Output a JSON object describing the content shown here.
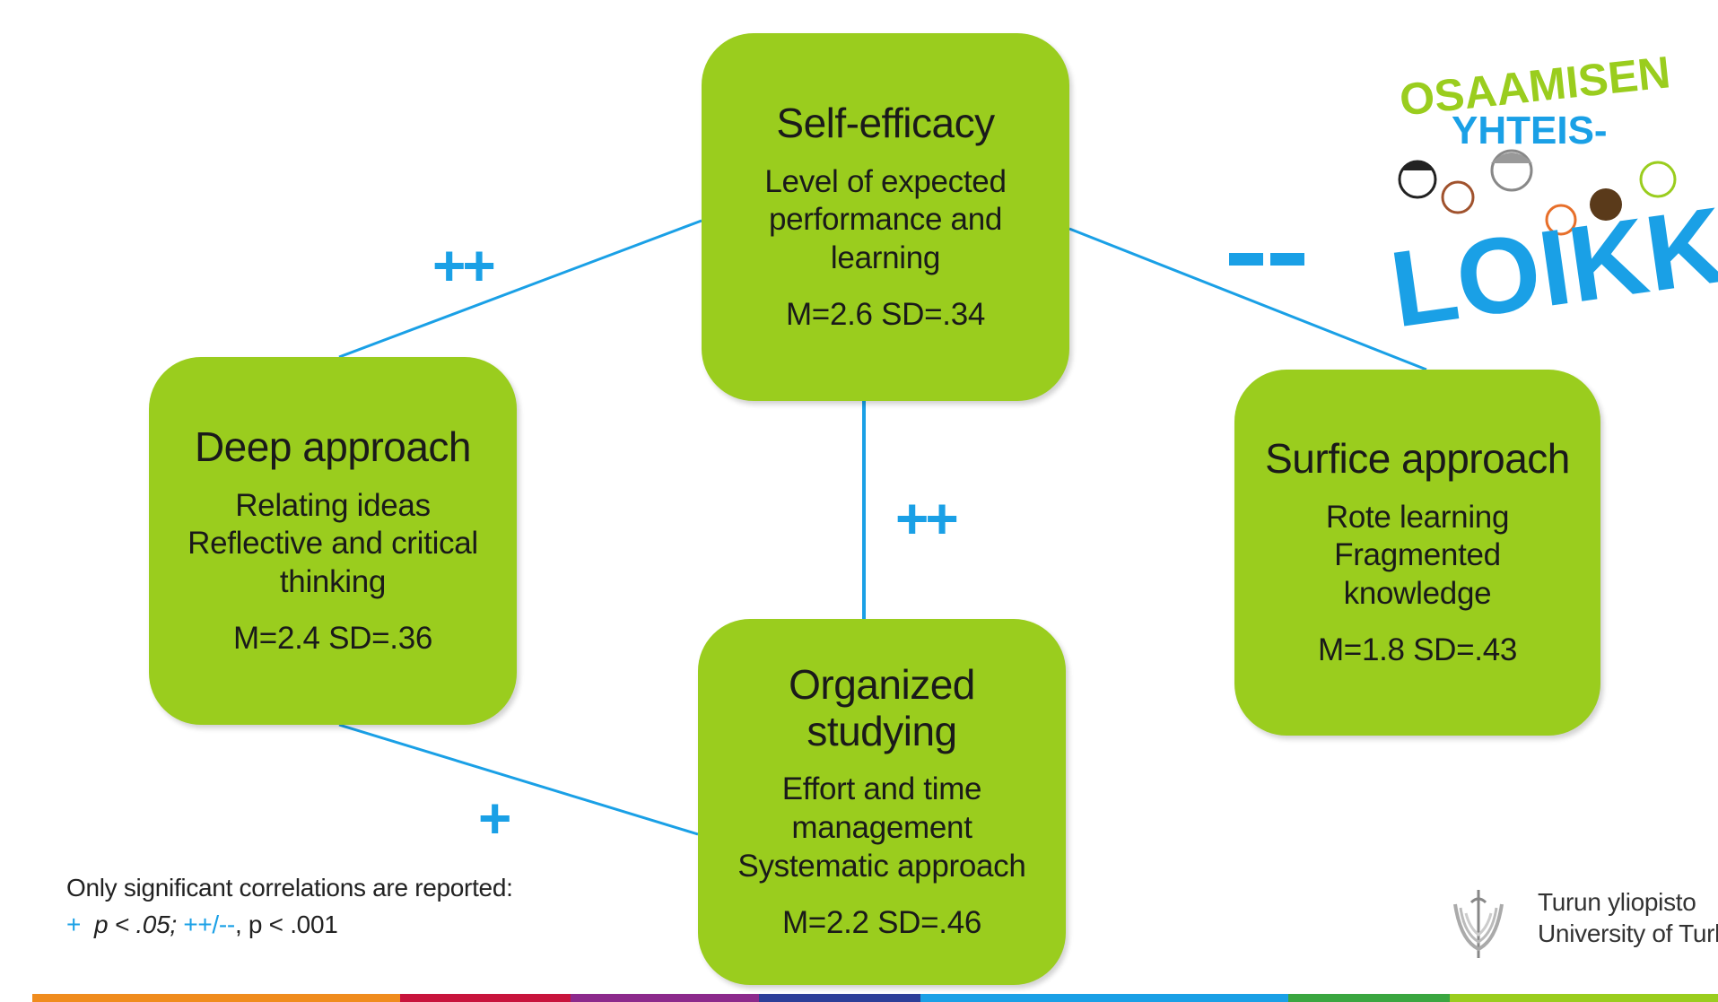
{
  "boxes": {
    "self_efficacy": {
      "title": "Self-efficacy",
      "description": "Level of expected\nperformance and\nlearning",
      "stats": "M=2.6 SD=.34"
    },
    "deep_approach": {
      "title": "Deep approach",
      "description": "Relating ideas\nReflective and critical\nthinking",
      "stats": "M=2.4 SD=.36"
    },
    "organized_studying": {
      "title": "Organized\nstudying",
      "description": "Effort and time\nmanagement\nSystematic approach",
      "stats": "M=2.2 SD=.46"
    },
    "surface_approach": {
      "title": "Surfice approach",
      "description": "Rote learning\nFragmented\nknowledge",
      "stats": "M=1.8 SD=.43"
    }
  },
  "correlations": {
    "deep_self": "++",
    "organized_self": "++",
    "deep_organized": "+",
    "self_surface": "--"
  },
  "footnote": {
    "line1": "Only significant correlations are reported:",
    "plus": "+",
    "p05": "p < .05;",
    "plusminus": "++/--",
    "p001": ", p < .001"
  },
  "logo": {
    "line1": "OSAAMISEN",
    "line2": "YHTEIS-",
    "line3": "LOIKKA"
  },
  "university": {
    "name_fi": "Turun yliopisto",
    "name_en": "University of Turku"
  },
  "colors": {
    "box_fill": "#9acd1e",
    "link_line": "#1aa0e6",
    "sign_color": "#1aa0e6",
    "bottom_bar": [
      "#f08c1e",
      "#c8143c",
      "#8c2a8c",
      "#2c3e98",
      "#1aa0e6",
      "#3aa640",
      "#9acd1e"
    ]
  }
}
